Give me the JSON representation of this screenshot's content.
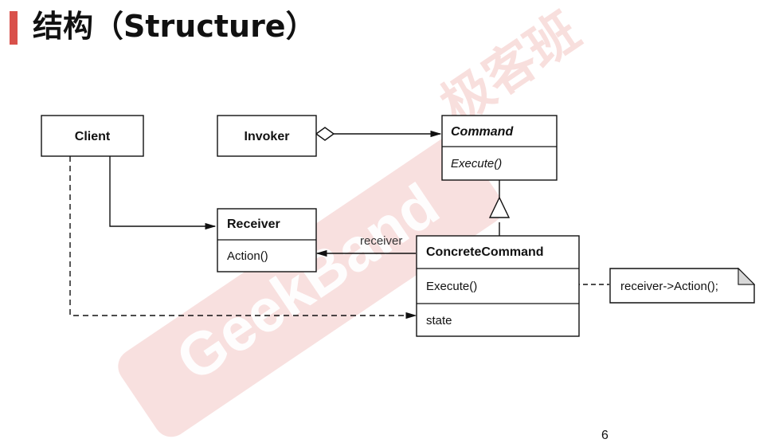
{
  "title": "结构（Structure）",
  "watermark": {
    "brand": "GeekBand",
    "cn": "极客班",
    "color": "#d9514b"
  },
  "classes": {
    "client": {
      "name": "Client"
    },
    "invoker": {
      "name": "Invoker"
    },
    "command": {
      "name": "Command",
      "operation": "Execute()"
    },
    "receiver": {
      "name": "Receiver",
      "operation": "Action()"
    },
    "concrete_command": {
      "name": "ConcreteCommand",
      "operation": "Execute()",
      "attribute": "state"
    }
  },
  "relations": {
    "receiver_role": "receiver"
  },
  "note": {
    "text": "receiver->Action();"
  },
  "page_number": "6"
}
